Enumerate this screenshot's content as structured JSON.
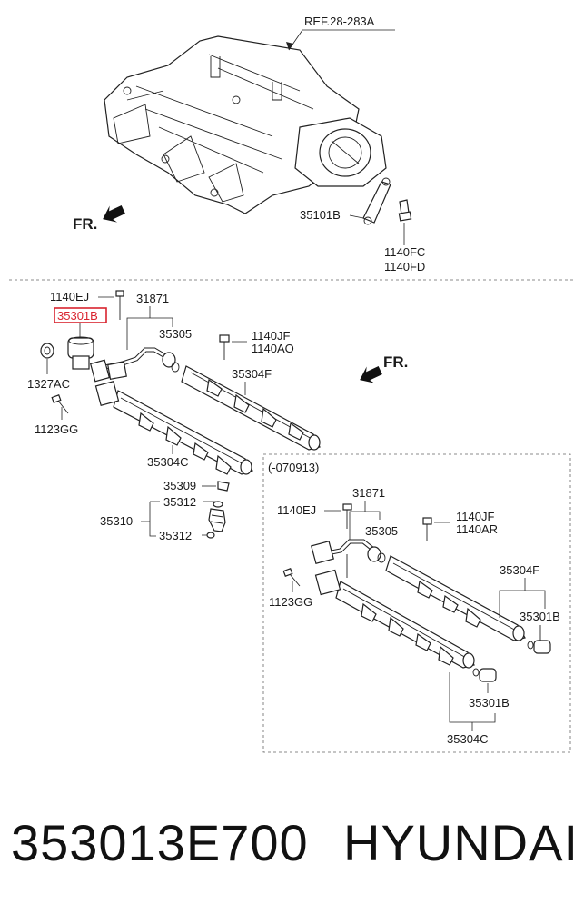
{
  "diagram": {
    "ref_label": "REF.28-283A",
    "fr_label": "FR.",
    "highlight_color": "#d9232e",
    "top_labels": {
      "bracket": "35101B",
      "bolt_a": "1140FC",
      "bolt_b": "1140FD"
    },
    "middle_labels": {
      "bolt_top": "1140EJ",
      "regulator": "35301B",
      "pipe": "31871",
      "oring": "35305",
      "bolt_right_a": "1140JF",
      "bolt_right_b": "1140AO",
      "rail_right": "35304F",
      "grommet": "1327AC",
      "bolt_left": "1123GG",
      "rail_left": "35304C",
      "clip": "35309",
      "seal_top": "35312",
      "injector": "35310",
      "seal_bottom": "35312"
    },
    "inset": {
      "title": "(-070913)",
      "pipe": "31871",
      "bolt_top": "1140EJ",
      "oring": "35305",
      "bolt_right_a": "1140JF",
      "bolt_right_b": "1140AR",
      "rail_right": "35304F",
      "bolt_left": "1123GG",
      "regulator_right": "35301B",
      "regulator_left": "35301B",
      "rail_left": "35304C"
    }
  },
  "footer": {
    "part_number": "353013E700",
    "brand": "HYUNDAI"
  }
}
